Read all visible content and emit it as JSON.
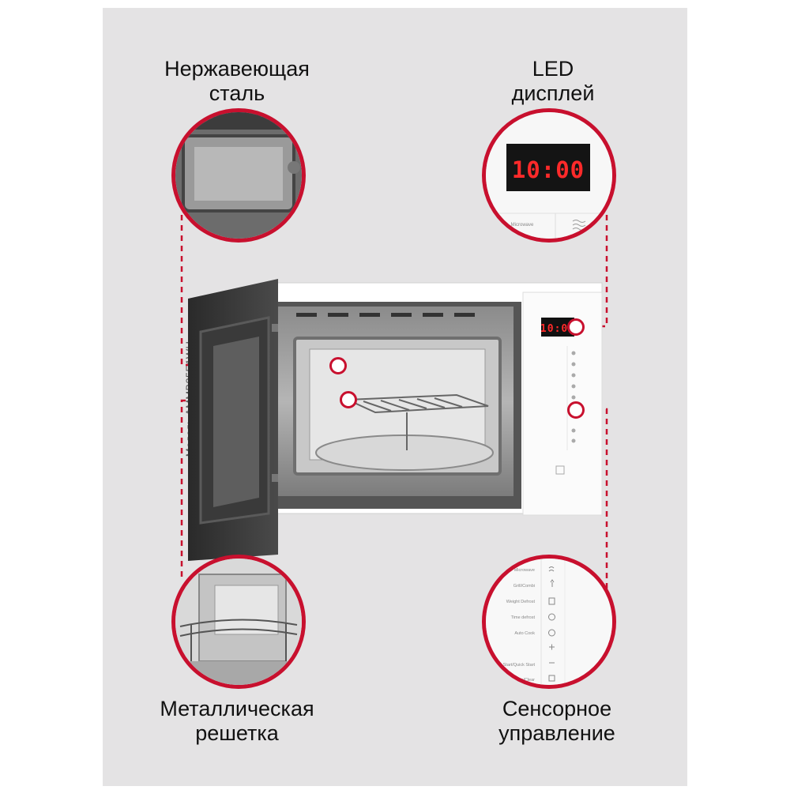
{
  "model_label": "Модель AMMB25E1WH",
  "features": {
    "stainless": {
      "title": "Нержавеющая\nсталь"
    },
    "led": {
      "title": "LED\nдисплей"
    },
    "rack": {
      "title": "Металлическая\nрешетка"
    },
    "touch": {
      "title": "Сенсорное\nуправление"
    }
  },
  "display_time": "10:00",
  "panel_display": "10:00",
  "display_button_label": "Microwave",
  "control_labels": [
    "Microwave",
    "Grill/Combi",
    "Weight Defrost",
    "Time defrost",
    "Auto Cook",
    "",
    "Start/Quick Start",
    "Stop/Clear"
  ],
  "colors": {
    "accent": "#c8102e",
    "background": "#e4e3e4",
    "led": "#ff2a2a"
  }
}
